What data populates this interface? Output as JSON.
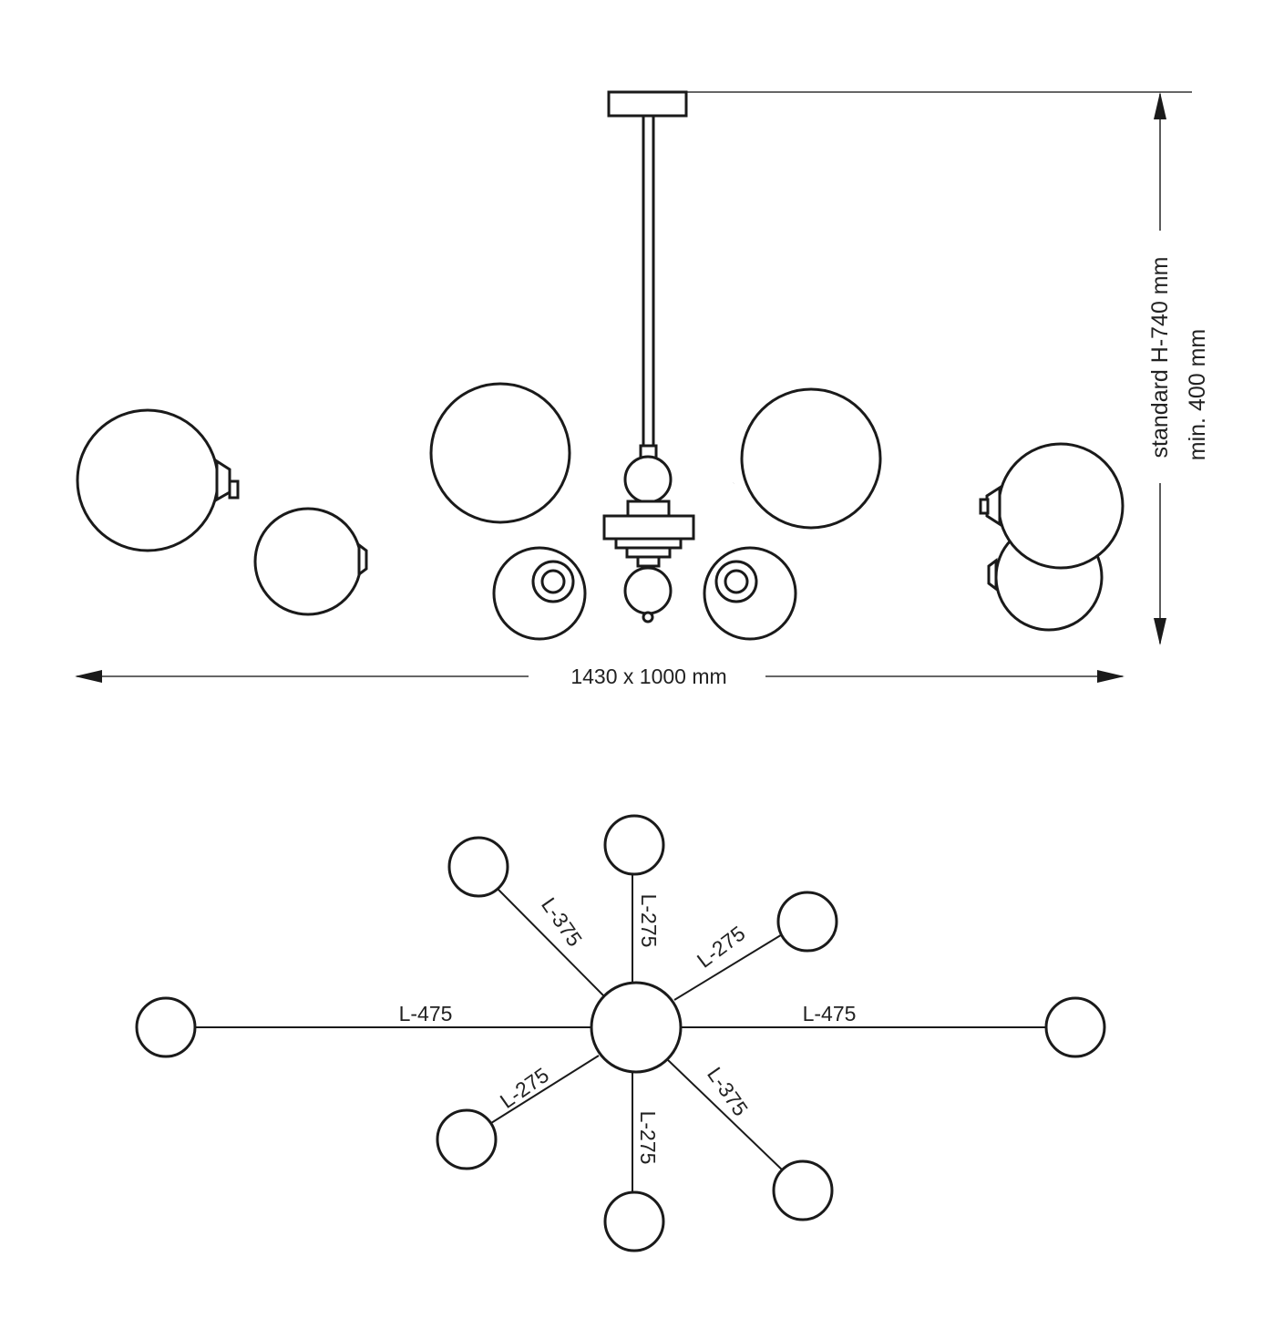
{
  "dimensions": {
    "width_label": "1430 x 1000 mm",
    "height_standard": "standard H-740 mm",
    "height_min": "min. 400 mm"
  },
  "top_view": {
    "arm_labels": {
      "left_long": "L-475",
      "right_long": "L-475",
      "upper_left": "L-375",
      "lower_right": "L-375",
      "top": "L-275",
      "upper_right": "L-275",
      "lower_left": "L-275",
      "bottom": "L-275"
    }
  },
  "colors": {
    "line": "#1a1a1a",
    "background": "#ffffff"
  }
}
